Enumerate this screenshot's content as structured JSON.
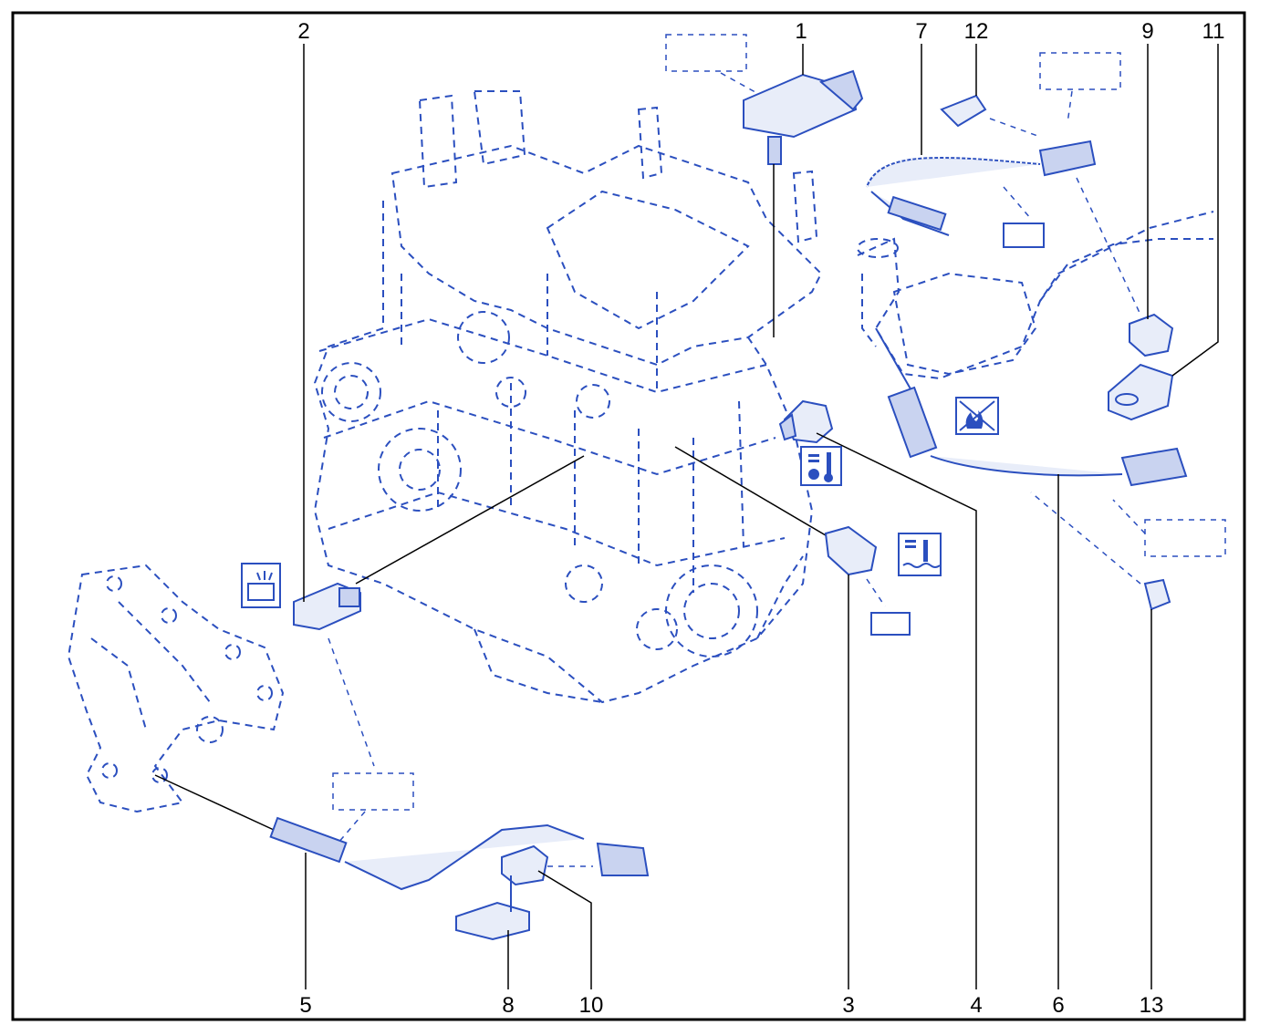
{
  "diagram": {
    "callouts": {
      "n1": "1",
      "n2": "2",
      "n3": "3",
      "n4": "4",
      "n5": "5",
      "n6": "6",
      "n7": "7",
      "n8": "8",
      "n9": "9",
      "n10": "10",
      "n11": "11",
      "n12": "12",
      "n13": "13"
    }
  },
  "colors": {
    "line_art": "#2b4fbf",
    "frame": "#000000",
    "background": "#ffffff"
  },
  "icons": [
    "engine-block-dashed-outline",
    "pressure-sensor-icon",
    "knock-sensor-icon",
    "coolant-temp-icon",
    "air-temp-icon",
    "no-flame-icon",
    "catalytic-converter-outline",
    "exhaust-manifold-outline",
    "oxygen-sensor-upstream",
    "oxygen-sensor-downstream"
  ]
}
